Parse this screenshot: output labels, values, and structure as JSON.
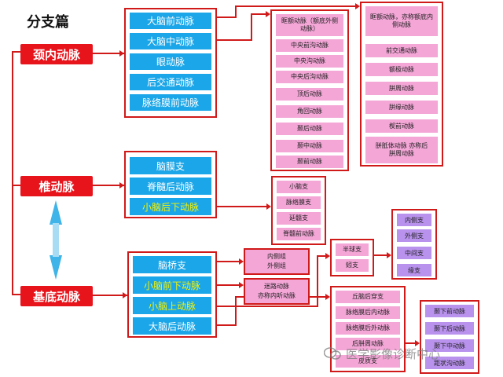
{
  "title": "分支篇",
  "arteries": {
    "internal_carotid": "颈内动脉",
    "vertebral": "椎动脉",
    "basilar": "基底动脉"
  },
  "internal_carotid_branches": [
    "大脑前动脉",
    "大脑中动脉",
    "眼动脉",
    "后交通动脉",
    "脉络膜前动脉"
  ],
  "mca_branches": [
    "眶额动脉（额底外侧动脉）",
    "中央前沟动脉",
    "中央沟动脉",
    "中央后沟动脉",
    "顶后动脉",
    "角回动脉",
    "颞后动脉",
    "颞中动脉",
    "颞前动脉"
  ],
  "aca_branches": [
    "眶额动脉，亦称额底内侧动脉",
    "前交通动脉",
    "额极动脉",
    "胼周动脉",
    "胼缘动脉",
    "楔前动脉",
    "胼胝体动脉 亦称后胼周动脉"
  ],
  "vertebral_branches": [
    "脑膜支",
    "脊髓后动脉",
    "小脑后下动脉"
  ],
  "pica_branches": [
    "小脑支",
    "脉络膜支",
    "延髓支",
    "脊髓前动脉"
  ],
  "basilar_branches": [
    "脑桥支",
    "小脑前下动脉",
    "小脑上动脉",
    "大脑后动脉"
  ],
  "pontine_branches": [
    "内侧组",
    "外侧组"
  ],
  "aica_branches": [
    "迷路动脉",
    "亦称内听动脉"
  ],
  "sca_branches": [
    "半球支",
    "蚓支"
  ],
  "vermian_branches": [
    "内侧支",
    "外侧支",
    "中间支",
    "缘支"
  ],
  "pca_branches": [
    "丘脑后穿支",
    "脉络膜后内动脉",
    "脉络膜后外动脉",
    "后胼周动脉",
    "皮质支"
  ],
  "cortical_branches": [
    "颞下前动脉",
    "颞下后动脉",
    "颞下中动脉",
    "距状沟动脉"
  ],
  "watermark": "医学影像诊断中心",
  "colors": {
    "artery": "#e8141c",
    "branch_cyan": "#1aa6e8",
    "branch_pink": "#f4a6d7",
    "branch_purple": "#b992ee",
    "line": "#d01a1a",
    "highlight_text": "#f7f200"
  }
}
